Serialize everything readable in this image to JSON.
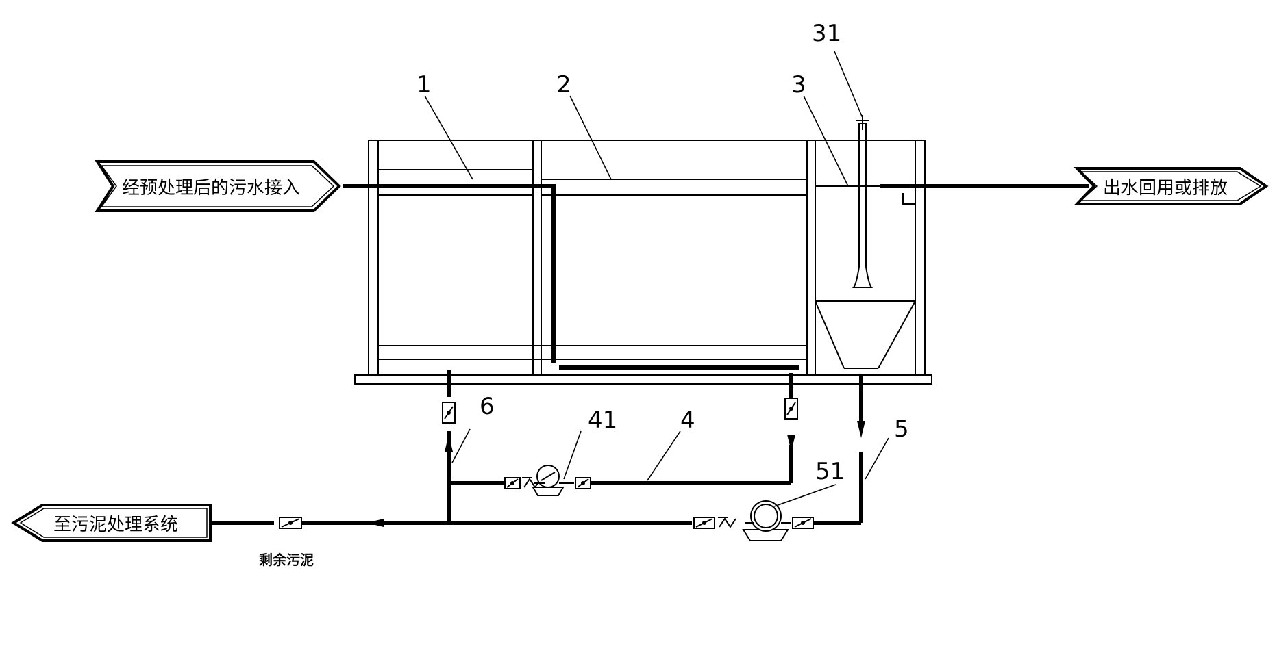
{
  "labels": {
    "inlet": "经预处理后的污水接入",
    "outlet": "出水回用或排放",
    "sludge_dest": "至污泥处理系统",
    "excess_sludge": "剩余污泥"
  },
  "callouts": {
    "n1": "1",
    "n2": "2",
    "n3": "3",
    "n31": "31",
    "n4": "4",
    "n41": "41",
    "n5": "5",
    "n51": "51",
    "n6": "6"
  },
  "colors": {
    "line": "#000000",
    "background": "#ffffff"
  }
}
